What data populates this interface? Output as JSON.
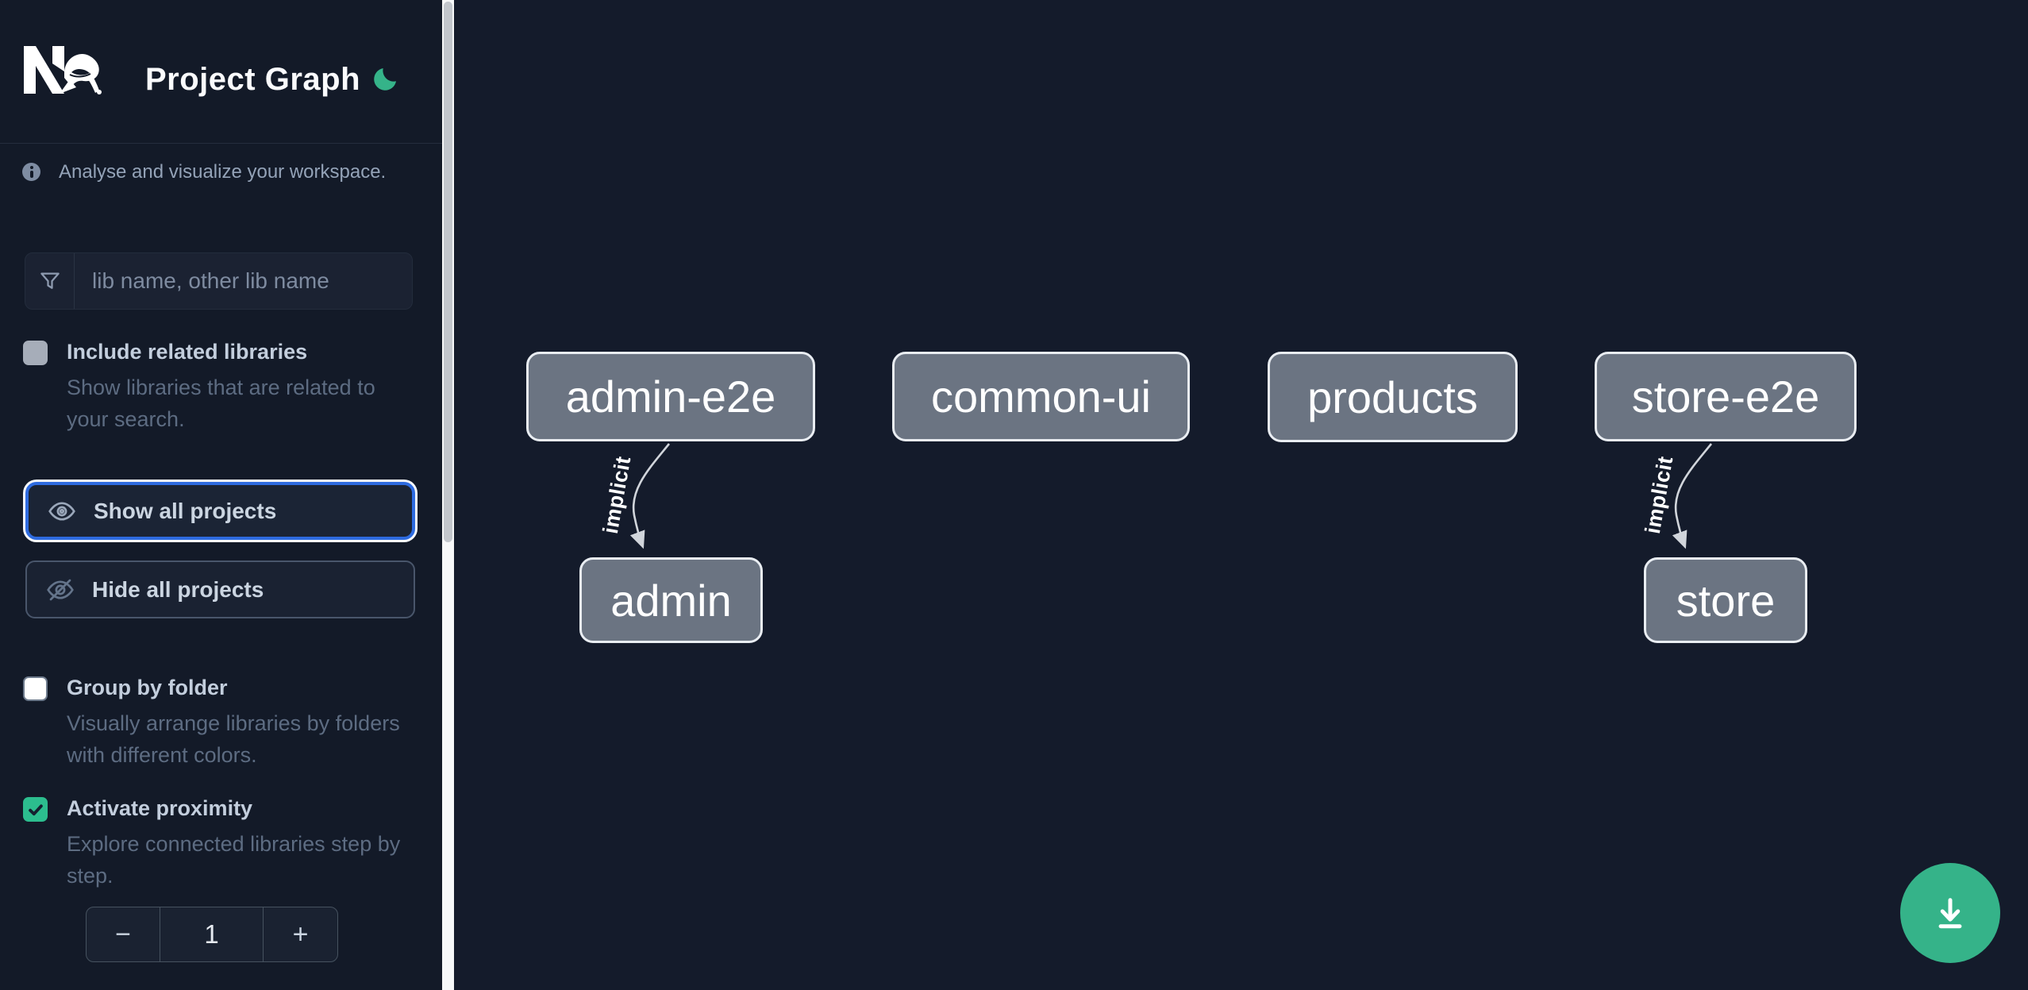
{
  "app": {
    "title": "Project Graph"
  },
  "sidebar": {
    "tagline": "Analyse and visualize your workspace.",
    "search": {
      "placeholder": "lib name, other lib name"
    },
    "checkboxes": [
      {
        "label": "Include related libraries",
        "description": "Show libraries that are related to your search.",
        "checked": false
      },
      {
        "label": "Group by folder",
        "description": "Visually arrange libraries by folders with different colors.",
        "checked": false
      },
      {
        "label": "Activate proximity",
        "description": "Explore connected libraries step by step.",
        "checked": true
      }
    ],
    "buttons": {
      "show_all": "Show all projects",
      "hide_all": "Hide all projects"
    },
    "stepper": {
      "decrement": "−",
      "value": "1",
      "increment": "+"
    }
  },
  "graph": {
    "nodes": [
      {
        "label": "admin-e2e"
      },
      {
        "label": "common-ui"
      },
      {
        "label": "products"
      },
      {
        "label": "store-e2e"
      },
      {
        "label": "admin"
      },
      {
        "label": "store"
      }
    ],
    "edges": [
      {
        "from": "admin-e2e",
        "to": "admin",
        "label": "implicit"
      },
      {
        "from": "store-e2e",
        "to": "store",
        "label": "implicit"
      }
    ]
  },
  "colors": {
    "accent_green": "#35b389",
    "focus_blue": "#2e6be0",
    "node_fill": "#6b7482",
    "sidebar_bg": "#131a28",
    "canvas_bg": "#141b2b"
  }
}
